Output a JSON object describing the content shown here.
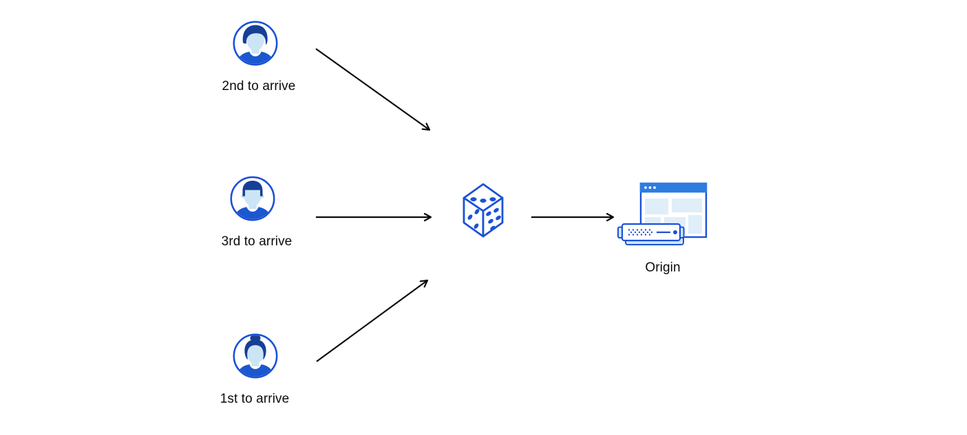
{
  "colors": {
    "primary_blue": "#1a52d6",
    "hair_navy": "#163f96",
    "skin_light_blue": "#cbe5f6",
    "shirt_blue": "#1b57cf",
    "titlebar_blue": "#2d7ce0",
    "panel_light": "#dfeef8",
    "tab_fill": "#cfe6f7",
    "arrow_black": "#0a0a0a",
    "label_text": "#0b0b0c",
    "background": "#ffffff"
  },
  "nodes": {
    "client_top": {
      "label": "2nd to arrive",
      "icon": "user-male-avatar-icon"
    },
    "client_middle": {
      "label": "3rd to arrive",
      "icon": "user-male-avatar-icon"
    },
    "client_bottom": {
      "label": "1st to arrive",
      "icon": "user-female-avatar-icon"
    },
    "randomizer": {
      "icon": "dice-icon",
      "dice_faces": {
        "top_pips": 3,
        "left_pips": 3,
        "right_pips": 5
      }
    },
    "origin": {
      "label": "Origin",
      "icon": "origin-server-browser-icon"
    }
  },
  "edges": [
    {
      "from": "client_top",
      "to": "randomizer",
      "style": "black-arrow"
    },
    {
      "from": "client_middle",
      "to": "randomizer",
      "style": "black-arrow"
    },
    {
      "from": "client_bottom",
      "to": "randomizer",
      "style": "black-arrow"
    },
    {
      "from": "randomizer",
      "to": "origin",
      "style": "black-arrow"
    }
  ]
}
